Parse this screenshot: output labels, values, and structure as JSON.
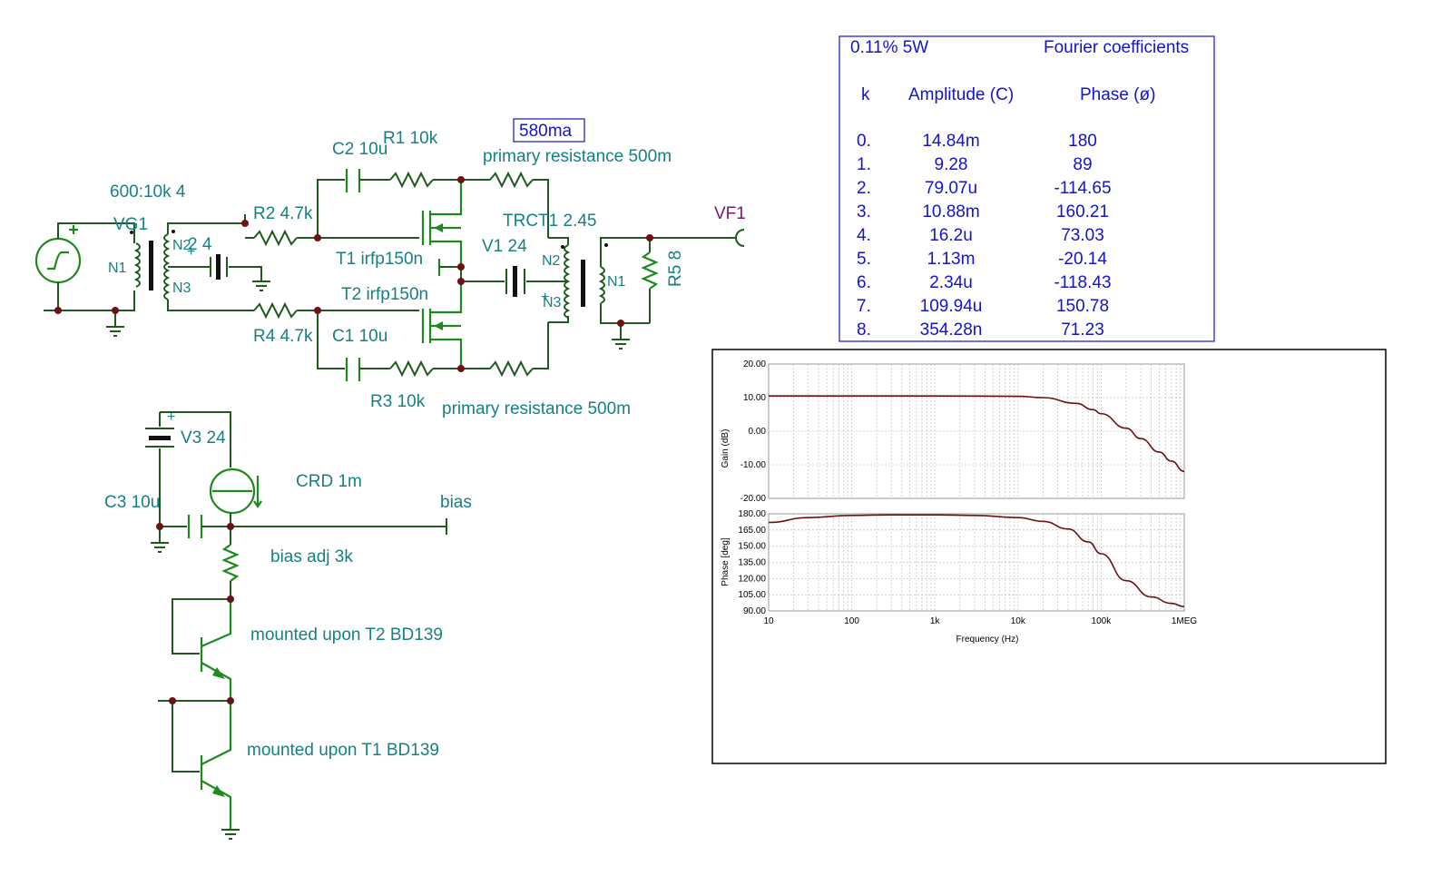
{
  "schematic": {
    "labels": {
      "source_ratio": "600:10k 4",
      "vg1": "VG1",
      "xfmr_in_n1": "N1",
      "xfmr_in_n2": "N2",
      "xfmr_in_n3": "N3",
      "bias_batt": "2 4",
      "c2": "C2 10u",
      "r1": "R1 10k",
      "r2": "R2 4.7k",
      "t1": "T1 irfp150n",
      "t2": "T2 irfp150n",
      "r4": "R4 4.7k",
      "c1": "C1 10u",
      "r3": "R3 10k",
      "current_box": "580ma",
      "primary_top": "primary resistance 500m",
      "primary_bottom": "primary resistance 500m",
      "trct1": "TRCT1 2.45",
      "v1": "V1 24",
      "xfmr_out_n2": "N2",
      "xfmr_out_n3": "N3",
      "xfmr_out_n1": "N1",
      "r5": "R5 8",
      "vf1": "VF1",
      "v3": "V3 24",
      "crd": "CRD 1m",
      "c3": "C3 10u",
      "bias": "bias",
      "bias_adj": "bias adj 3k",
      "q_t2": "mounted upon T2 BD139",
      "q_t1": "mounted upon T1 BD139"
    }
  },
  "fourier": {
    "summary": "0.11% 5W",
    "title": "Fourier coefficients",
    "headers": {
      "k": "k",
      "amplitude": "Amplitude (C)",
      "phase": "Phase (ø)"
    },
    "rows": [
      {
        "k": "0.",
        "amp": "14.84m",
        "phase": "180"
      },
      {
        "k": "1.",
        "amp": "9.28",
        "phase": "89"
      },
      {
        "k": "2.",
        "amp": "79.07u",
        "phase": "-114.65"
      },
      {
        "k": "3.",
        "amp": "10.88m",
        "phase": "160.21"
      },
      {
        "k": "4.",
        "amp": "16.2u",
        "phase": "73.03"
      },
      {
        "k": "5.",
        "amp": "1.13m",
        "phase": "-20.14"
      },
      {
        "k": "6.",
        "amp": "2.34u",
        "phase": "-118.43"
      },
      {
        "k": "7.",
        "amp": "109.94u",
        "phase": "150.78"
      },
      {
        "k": "8.",
        "amp": "354.28n",
        "phase": "71.23"
      }
    ]
  },
  "chart_data": [
    {
      "type": "line",
      "ylabel": "Gain (dB)",
      "xlabel": "",
      "x_scale": "log",
      "xlim": [
        10,
        1000000
      ],
      "ylim": [
        -20,
        20
      ],
      "y_ticks": [
        "20.00",
        "10.00",
        "0.00",
        "-10.00",
        "-20.00"
      ],
      "x_ticks": [],
      "grid": true,
      "color": "#6e1010",
      "series": [
        {
          "x": [
            10,
            100,
            1000,
            10000,
            20000,
            50000,
            80000,
            100000,
            200000,
            300000,
            500000,
            700000,
            1000000
          ],
          "values": [
            10.5,
            10.5,
            10.5,
            10.4,
            10.0,
            8.3,
            6.4,
            5.2,
            0.9,
            -2.2,
            -6.2,
            -8.9,
            -12.0
          ]
        }
      ]
    },
    {
      "type": "line",
      "ylabel": "Phase [deg]",
      "xlabel": "Frequency (Hz)",
      "x_scale": "log",
      "xlim": [
        10,
        1000000
      ],
      "ylim": [
        90,
        180
      ],
      "y_ticks": [
        "180.00",
        "165.00",
        "150.00",
        "135.00",
        "120.00",
        "105.00",
        "90.00"
      ],
      "x_ticks": [
        "10",
        "100",
        "1k",
        "10k",
        "100k",
        "1MEG"
      ],
      "grid": true,
      "color": "#6e1010",
      "series": [
        {
          "x": [
            10,
            30,
            100,
            300,
            1000,
            3000,
            10000,
            20000,
            40000,
            70000,
            100000,
            200000,
            400000,
            700000,
            1000000
          ],
          "values": [
            172,
            176.5,
            178.5,
            179,
            179,
            178.5,
            176.5,
            173,
            166,
            154,
            143,
            118,
            103,
            97,
            94
          ]
        }
      ]
    }
  ]
}
